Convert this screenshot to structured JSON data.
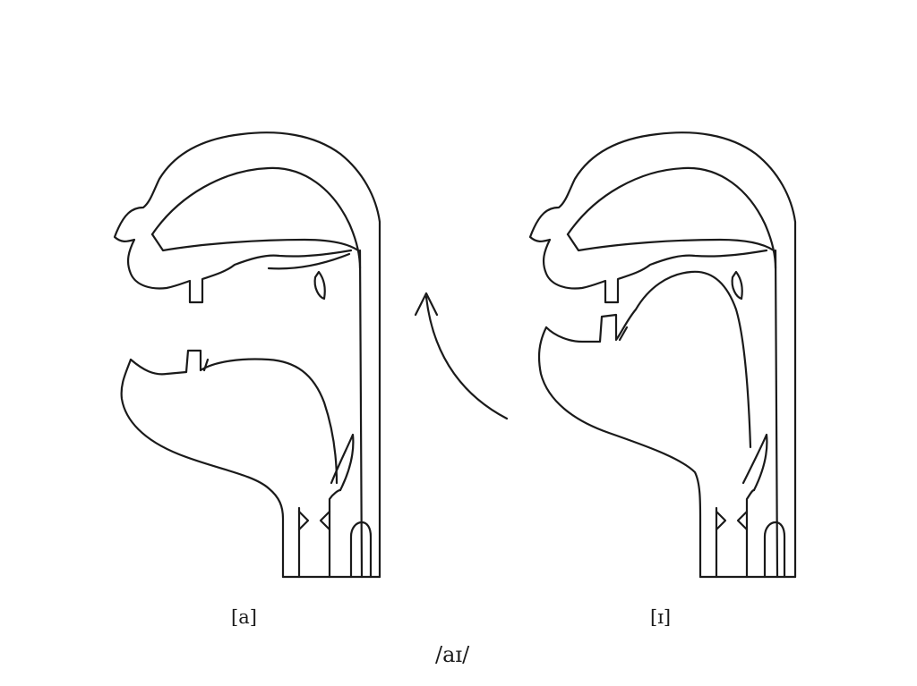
{
  "figure": {
    "left_label": "[a]",
    "right_label": "[ɪ]",
    "caption": "/aɪ/"
  },
  "colors": {
    "line": "#1a1a1a",
    "background": "#ffffff"
  },
  "icons": {
    "left_diagram": "vocal-tract-open-vowel",
    "right_diagram": "vocal-tract-close-vowel",
    "transition": "curved-arrow-up"
  }
}
